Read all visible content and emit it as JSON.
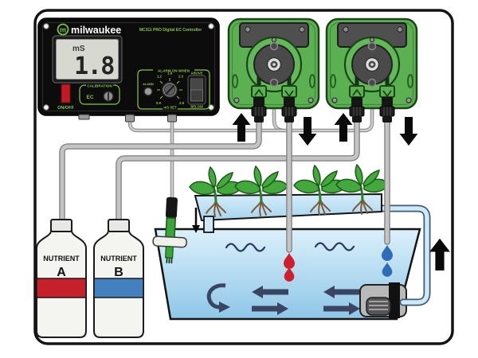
{
  "diagram": {
    "controller": {
      "brand": "milwaukee",
      "logo_letter": "m",
      "model": "MC311 PRO Digital EC Controller",
      "lcd": {
        "unit": "mS",
        "value": "1.8"
      },
      "power_label": "ON/OFF",
      "calibration": {
        "title": "CALIBRATION",
        "channel": "EC"
      },
      "alarm": {
        "title": "ALARM ON WHEN",
        "led_label": "ALARM",
        "ticks": [
          "1.2",
          "1.8",
          "2.3",
          "0.6",
          "2.8"
        ],
        "dial_caption": "mS SET",
        "switch_top": "ABOVE",
        "switch_bottom": "BELOW"
      }
    },
    "bottles": [
      {
        "title": "NUTRIENT",
        "letter": "A",
        "band_color": "#c5202c"
      },
      {
        "title": "NUTRIENT",
        "letter": "B",
        "band_color": "#4380c0"
      }
    ],
    "colors": {
      "pump_green": "#5bb152",
      "water_blue": "#bfe0f5",
      "drop_red": "#cf1f2e",
      "drop_blue": "#2f6cb8",
      "flow_arrow_navy": "#3a4563",
      "milwaukee_green": "#8dc63f"
    }
  }
}
